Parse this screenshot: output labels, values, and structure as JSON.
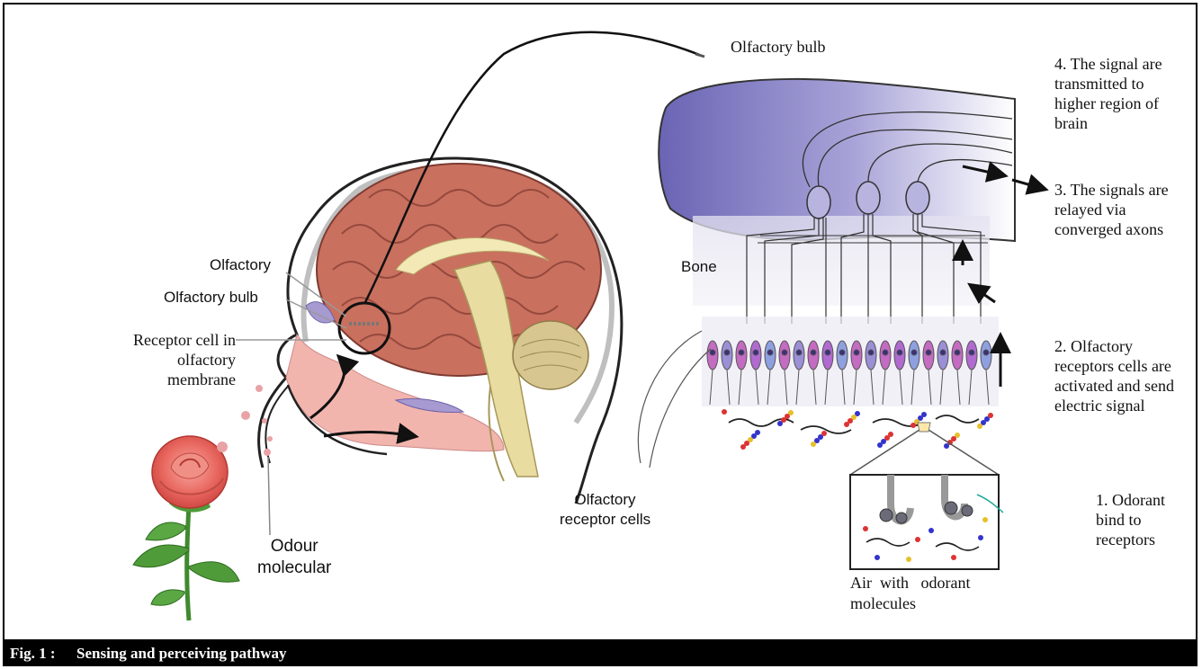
{
  "labels": {
    "olfactory_bulb_top": "Olfactory bulb",
    "step4": "4. The signal are\ntransmitted to\nhigher region of\nbrain",
    "step3": "3. The signals are\nrelayed via\nconverged axons",
    "step2": "2. Olfactory\nreceptors cells are\nactivated and send\nelectric signal",
    "step1": "1. Odorant\nbind to\nreceptors",
    "bone": "Bone",
    "olfactory": "Olfactory",
    "olfactory_bulb_left": "Olfactory bulb",
    "receptor_cell": "Receptor cell in\nolfactory\nmembrane",
    "odour": "Odour\nmolecular",
    "olfactory_receptor_cells": "Olfactory\nreceptor cells",
    "air_with": "Air  with   odorant",
    "molecules": "molecules"
  },
  "caption": {
    "number": "Fig. 1 :",
    "text": "Sensing and perceiving pathway"
  }
}
